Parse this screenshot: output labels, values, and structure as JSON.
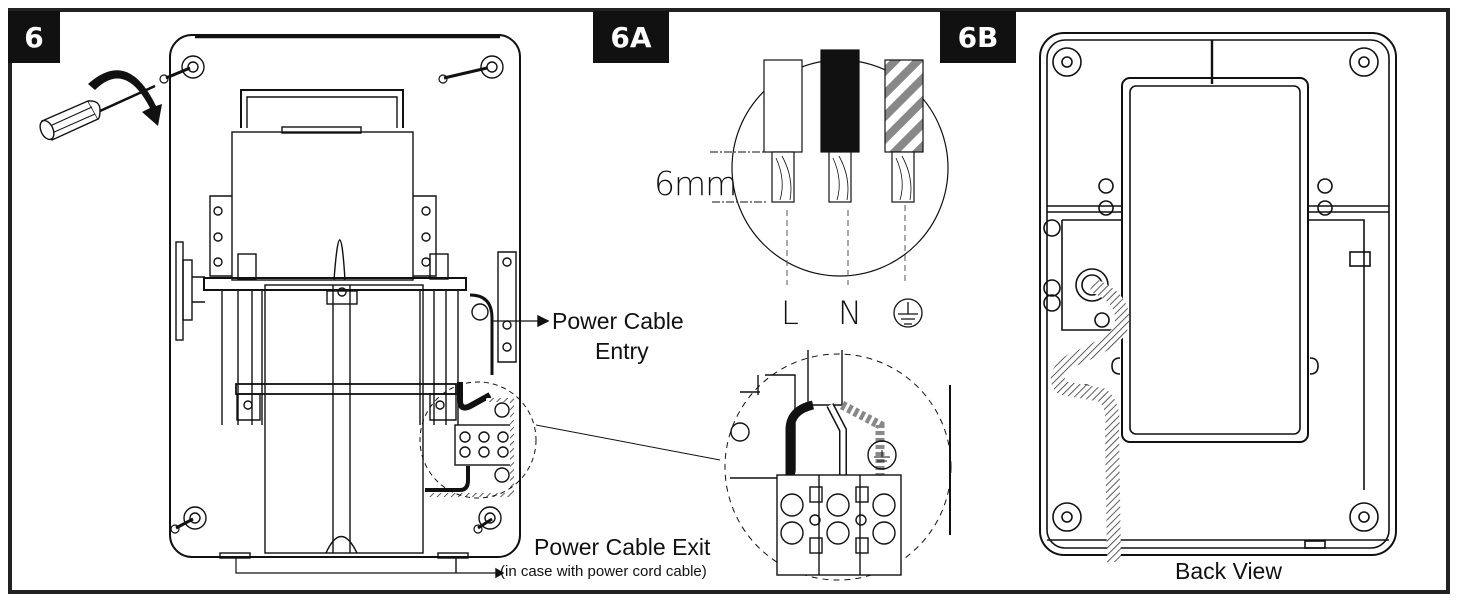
{
  "panels": [
    {
      "id": "6",
      "badge": "6"
    },
    {
      "id": "6A",
      "badge": "6A"
    },
    {
      "id": "6B",
      "badge": "6B"
    }
  ],
  "labels": {
    "strip_length": "6mm",
    "live": "L",
    "neutral": "N",
    "power_cable_entry_line1": "Power Cable",
    "power_cable_entry_line2": "Entry",
    "power_cable_exit": "Power Cable Exit",
    "power_cable_exit_note": "(in case with power cord cable)",
    "back_view": "Back View"
  },
  "icons": {
    "earth": "protective-earth-symbol",
    "screwdriver": "screwdriver",
    "rotate_arrow": "clockwise-arrow"
  },
  "colors": {
    "ink": "#111111",
    "frame": "#222222",
    "earth_stripe": "#888888"
  }
}
